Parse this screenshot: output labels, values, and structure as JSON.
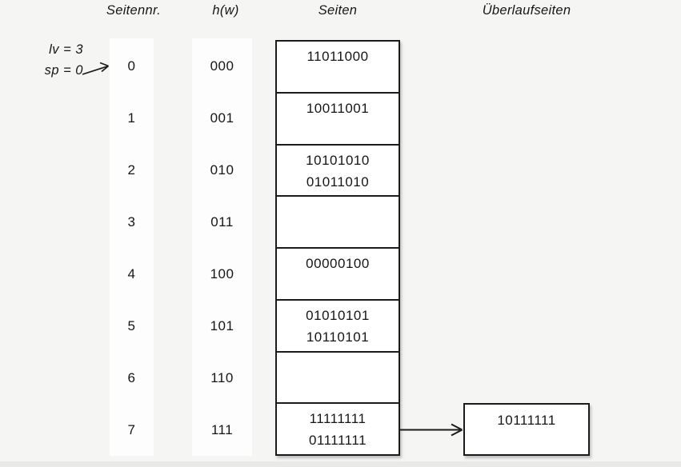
{
  "colors": {
    "background": "#f5f5f4",
    "column_background": "#fdfdfd",
    "box_background": "#ffffff",
    "line": "#1b1b1b",
    "footer_strip": "#e9e9e8"
  },
  "headers": {
    "seitennr": "Seitennr.",
    "hw": "h(w)",
    "seiten": "Seiten",
    "ueberlaufseiten": "Überlaufseiten"
  },
  "annotation": {
    "level": "lv = 3",
    "split_pointer": "sp = 0"
  },
  "rows": [
    {
      "nr": "0",
      "hw": "000",
      "entries": [
        "11011000"
      ]
    },
    {
      "nr": "1",
      "hw": "001",
      "entries": [
        "10011001"
      ]
    },
    {
      "nr": "2",
      "hw": "010",
      "entries": [
        "10101010",
        "01011010"
      ]
    },
    {
      "nr": "3",
      "hw": "011",
      "entries": []
    },
    {
      "nr": "4",
      "hw": "100",
      "entries": [
        "00000100"
      ]
    },
    {
      "nr": "5",
      "hw": "101",
      "entries": [
        "01010101",
        "10110101"
      ]
    },
    {
      "nr": "6",
      "hw": "110",
      "entries": []
    },
    {
      "nr": "7",
      "hw": "111",
      "entries": [
        "11111111",
        "01111111"
      ]
    }
  ],
  "overflow": {
    "attached_to_row": "7",
    "entries": [
      "10111111"
    ]
  }
}
